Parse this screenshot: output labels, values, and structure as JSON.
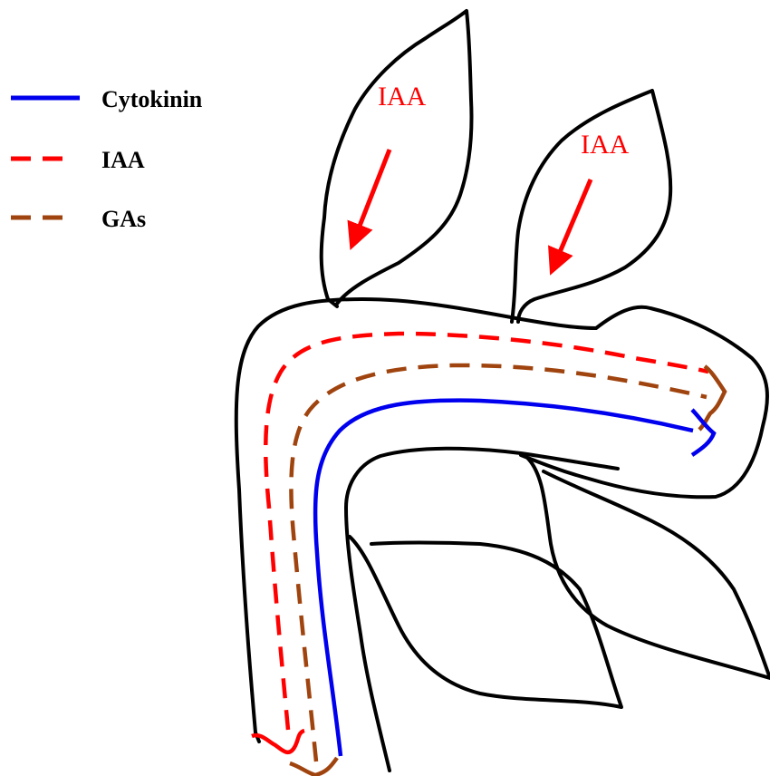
{
  "colors": {
    "cytokinin": "#0000ee",
    "iaa": "#ff0000",
    "gas": "#a0440f",
    "outline": "#000000"
  },
  "legend": [
    {
      "label": "Cytokinin",
      "line_style": "solid",
      "color": "#0000ee"
    },
    {
      "label": "IAA",
      "line_style": "dashed",
      "color": "#ff0000"
    },
    {
      "label": "GAs",
      "line_style": "dashed",
      "color": "#a0440f"
    }
  ],
  "leaves": [
    {
      "label": "IAA",
      "arrow_color": "#ff0000"
    },
    {
      "label": "IAA",
      "arrow_color": "#ff0000"
    }
  ]
}
